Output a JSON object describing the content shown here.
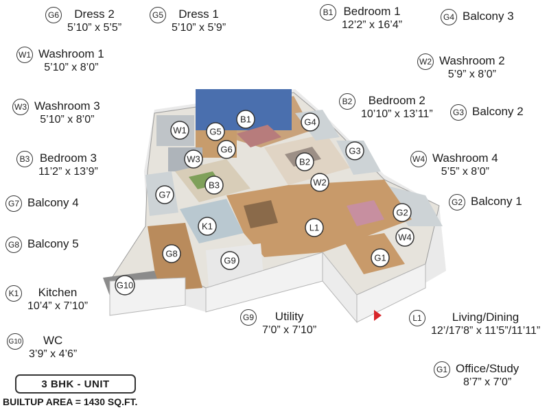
{
  "rooms": [
    {
      "code": "G6",
      "name": "Dress 2",
      "dims": "5’10” x 5’5”"
    },
    {
      "code": "G5",
      "name": "Dress 1",
      "dims": "5’10” x 5’9”"
    },
    {
      "code": "B1",
      "name": "Bedroom 1",
      "dims": "12’2” x 16’4”"
    },
    {
      "code": "G4",
      "name": "Balcony 3",
      "dims": ""
    },
    {
      "code": "W1",
      "name": "Washroom 1",
      "dims": "5’10” x 8’0”"
    },
    {
      "code": "W2",
      "name": "Washroom 2",
      "dims": "5’9” x 8’0”"
    },
    {
      "code": "W3",
      "name": "Washroom 3",
      "dims": "5’10” x 8’0”"
    },
    {
      "code": "B2",
      "name": "Bedroom 2",
      "dims": "10’10” x 13’11”"
    },
    {
      "code": "G3",
      "name": "Balcony 2",
      "dims": ""
    },
    {
      "code": "B3",
      "name": "Bedroom 3",
      "dims": "11’2” x 13’9”"
    },
    {
      "code": "W4",
      "name": "Washroom 4",
      "dims": "5’5” x 8’0”"
    },
    {
      "code": "G7",
      "name": "Balcony 4",
      "dims": ""
    },
    {
      "code": "G2",
      "name": "Balcony 1",
      "dims": ""
    },
    {
      "code": "G8",
      "name": "Balcony 5",
      "dims": ""
    },
    {
      "code": "K1",
      "name": "Kitchen",
      "dims": "10’4” x 7’10”"
    },
    {
      "code": "G9",
      "name": "Utility",
      "dims": "7’0” x 7’10”"
    },
    {
      "code": "L1",
      "name": "Living/Dining",
      "dims": "12’/17’8” x 11’5”/11’11”"
    },
    {
      "code": "G10",
      "name": "WC",
      "dims": "3’9” x 4’6”"
    },
    {
      "code": "G1",
      "name": "Office/Study",
      "dims": "8’7” x 7’0”"
    }
  ],
  "unit_label": "3 BHK - UNIT",
  "builtup_area": "BUILTUP AREA = 1430 SQ.FT.",
  "plan_markers": [
    "B1",
    "G4",
    "W1",
    "G5",
    "G6",
    "W3",
    "B2",
    "G3",
    "W2",
    "B3",
    "G7",
    "K1",
    "L1",
    "G2",
    "W4",
    "G8",
    "G9",
    "G1",
    "G10"
  ],
  "colors": {
    "wall": "#f2f2f2",
    "floor_wood": "#c89a6a",
    "floor_tile": "#e6e3dc",
    "accent_blue": "#4a6fae",
    "marker_border": "#333333"
  }
}
